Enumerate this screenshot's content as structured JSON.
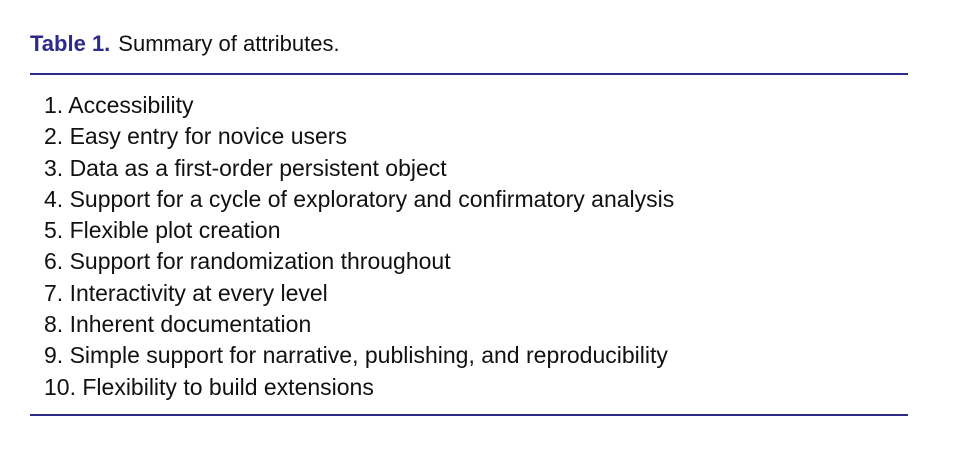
{
  "table": {
    "label": "Table 1.",
    "caption": "Summary of attributes.",
    "items": [
      "1. Accessibility",
      "2. Easy entry for novice users",
      "3. Data as a first-order persistent object",
      "4. Support for a cycle of exploratory and confirmatory analysis",
      "5. Flexible plot creation",
      "6. Support for randomization throughout",
      "7. Interactivity at every level",
      "8. Inherent documentation",
      "9. Simple support for narrative, publishing, and reproducibility",
      "10. Flexibility to build extensions"
    ]
  },
  "colors": {
    "accent": "#2e2a8a",
    "text": "#111111",
    "background": "#ffffff"
  }
}
